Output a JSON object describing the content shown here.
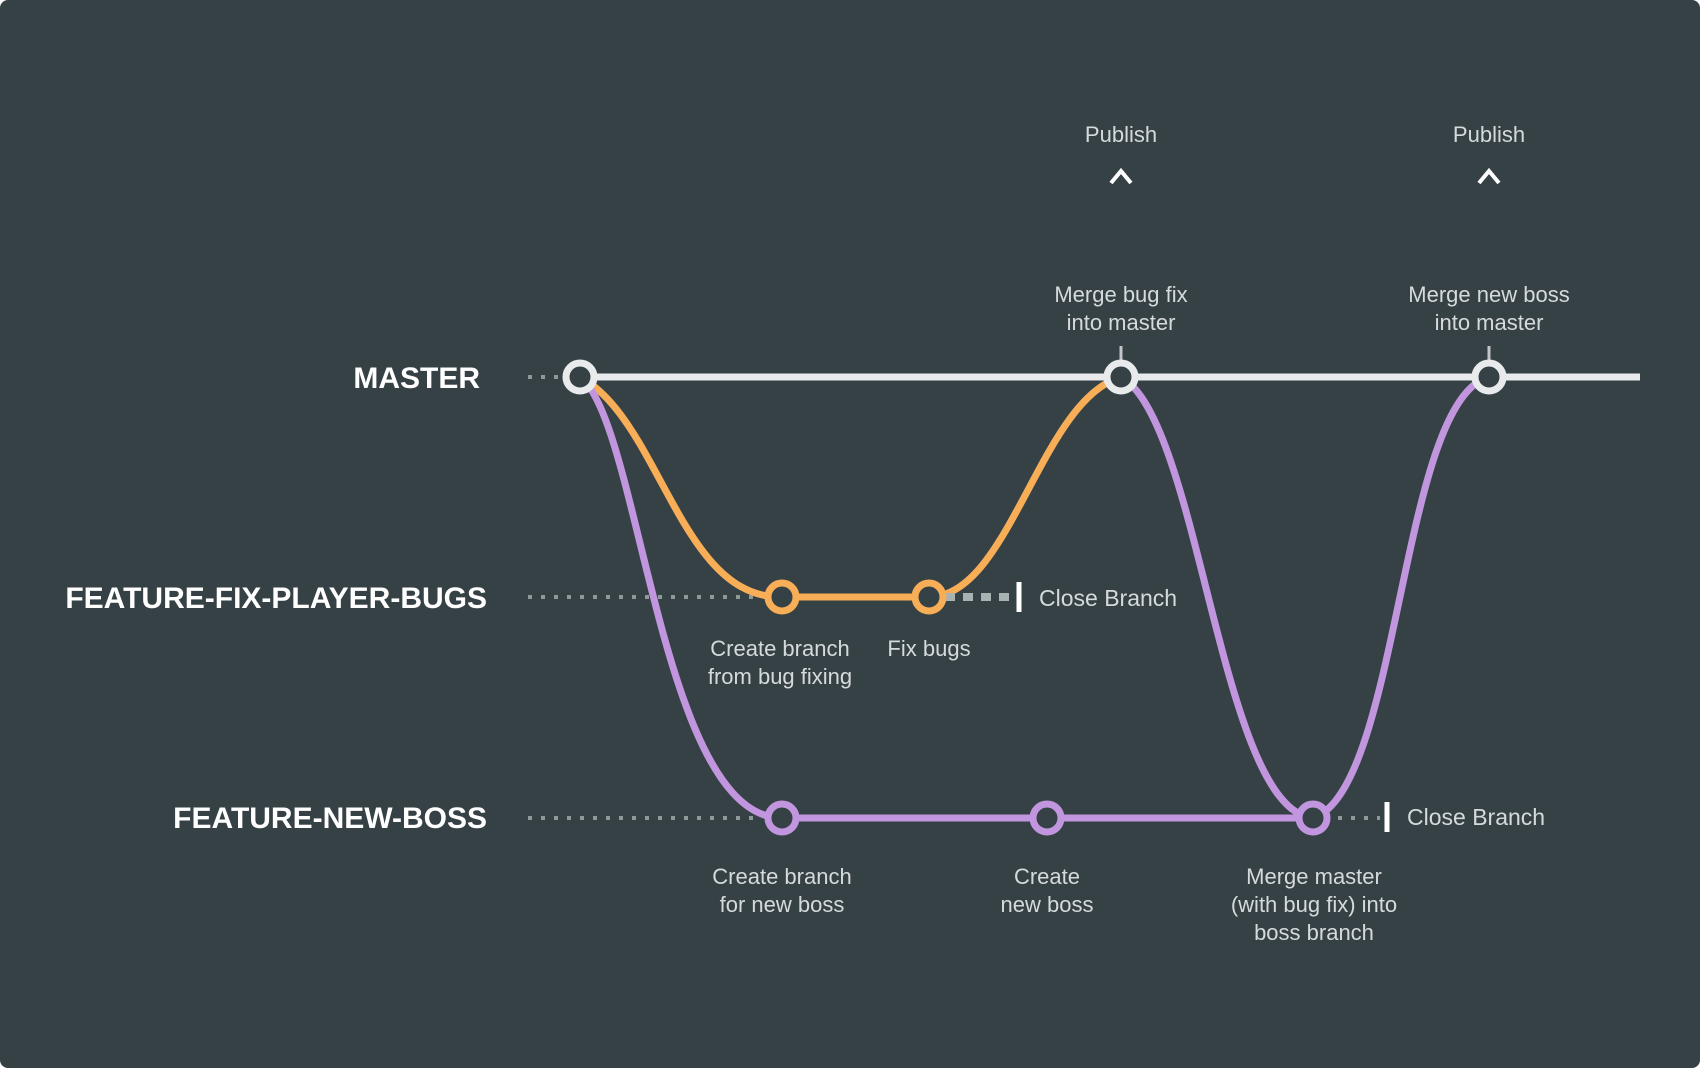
{
  "branches": {
    "master": {
      "label": "MASTER",
      "color": "#e8eaeb"
    },
    "bugfix": {
      "label": "FEATURE-FIX-PLAYER-BUGS",
      "color": "#f8ae57"
    },
    "boss": {
      "label": "FEATURE-NEW-BOSS",
      "color": "#c196df"
    }
  },
  "background_color": "#364146",
  "publish": [
    {
      "label": "Publish",
      "caption": [
        "Merge bug fix",
        "into master"
      ]
    },
    {
      "label": "Publish",
      "caption": [
        "Merge new boss",
        "into master"
      ]
    }
  ],
  "bugfix_events": [
    {
      "caption": [
        "Create branch",
        "from bug fixing"
      ]
    },
    {
      "caption": [
        "Fix bugs"
      ]
    }
  ],
  "boss_events": [
    {
      "caption": [
        "Create branch",
        "for new boss"
      ]
    },
    {
      "caption": [
        "Create",
        "new boss"
      ]
    },
    {
      "caption": [
        "Merge master",
        "(with bug fix) into",
        "boss branch"
      ]
    }
  ],
  "close_labels": {
    "bugfix": "Close Branch",
    "boss": "Close Branch"
  }
}
